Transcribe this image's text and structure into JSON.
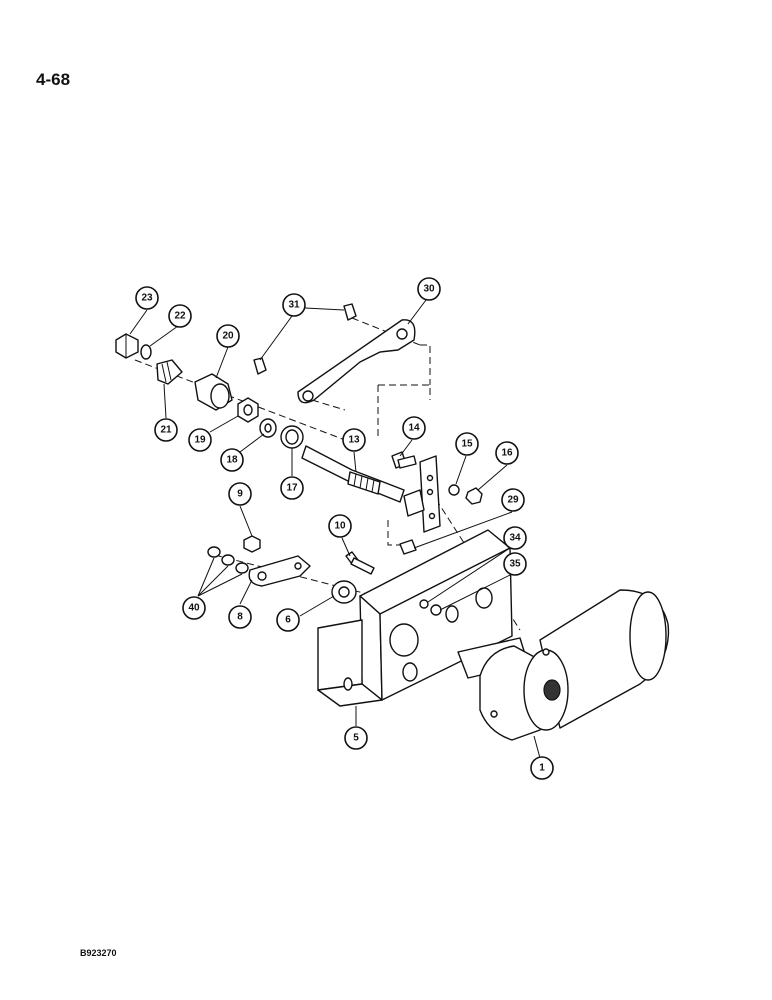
{
  "page": {
    "number": "4-68",
    "figure_id": "B923270"
  },
  "callouts": [
    "23",
    "22",
    "21",
    "20",
    "19",
    "18",
    "17",
    "31",
    "30",
    "13",
    "14",
    "15",
    "16",
    "29",
    "9",
    "10",
    "34",
    "35",
    "40",
    "8",
    "6",
    "5",
    "1"
  ]
}
